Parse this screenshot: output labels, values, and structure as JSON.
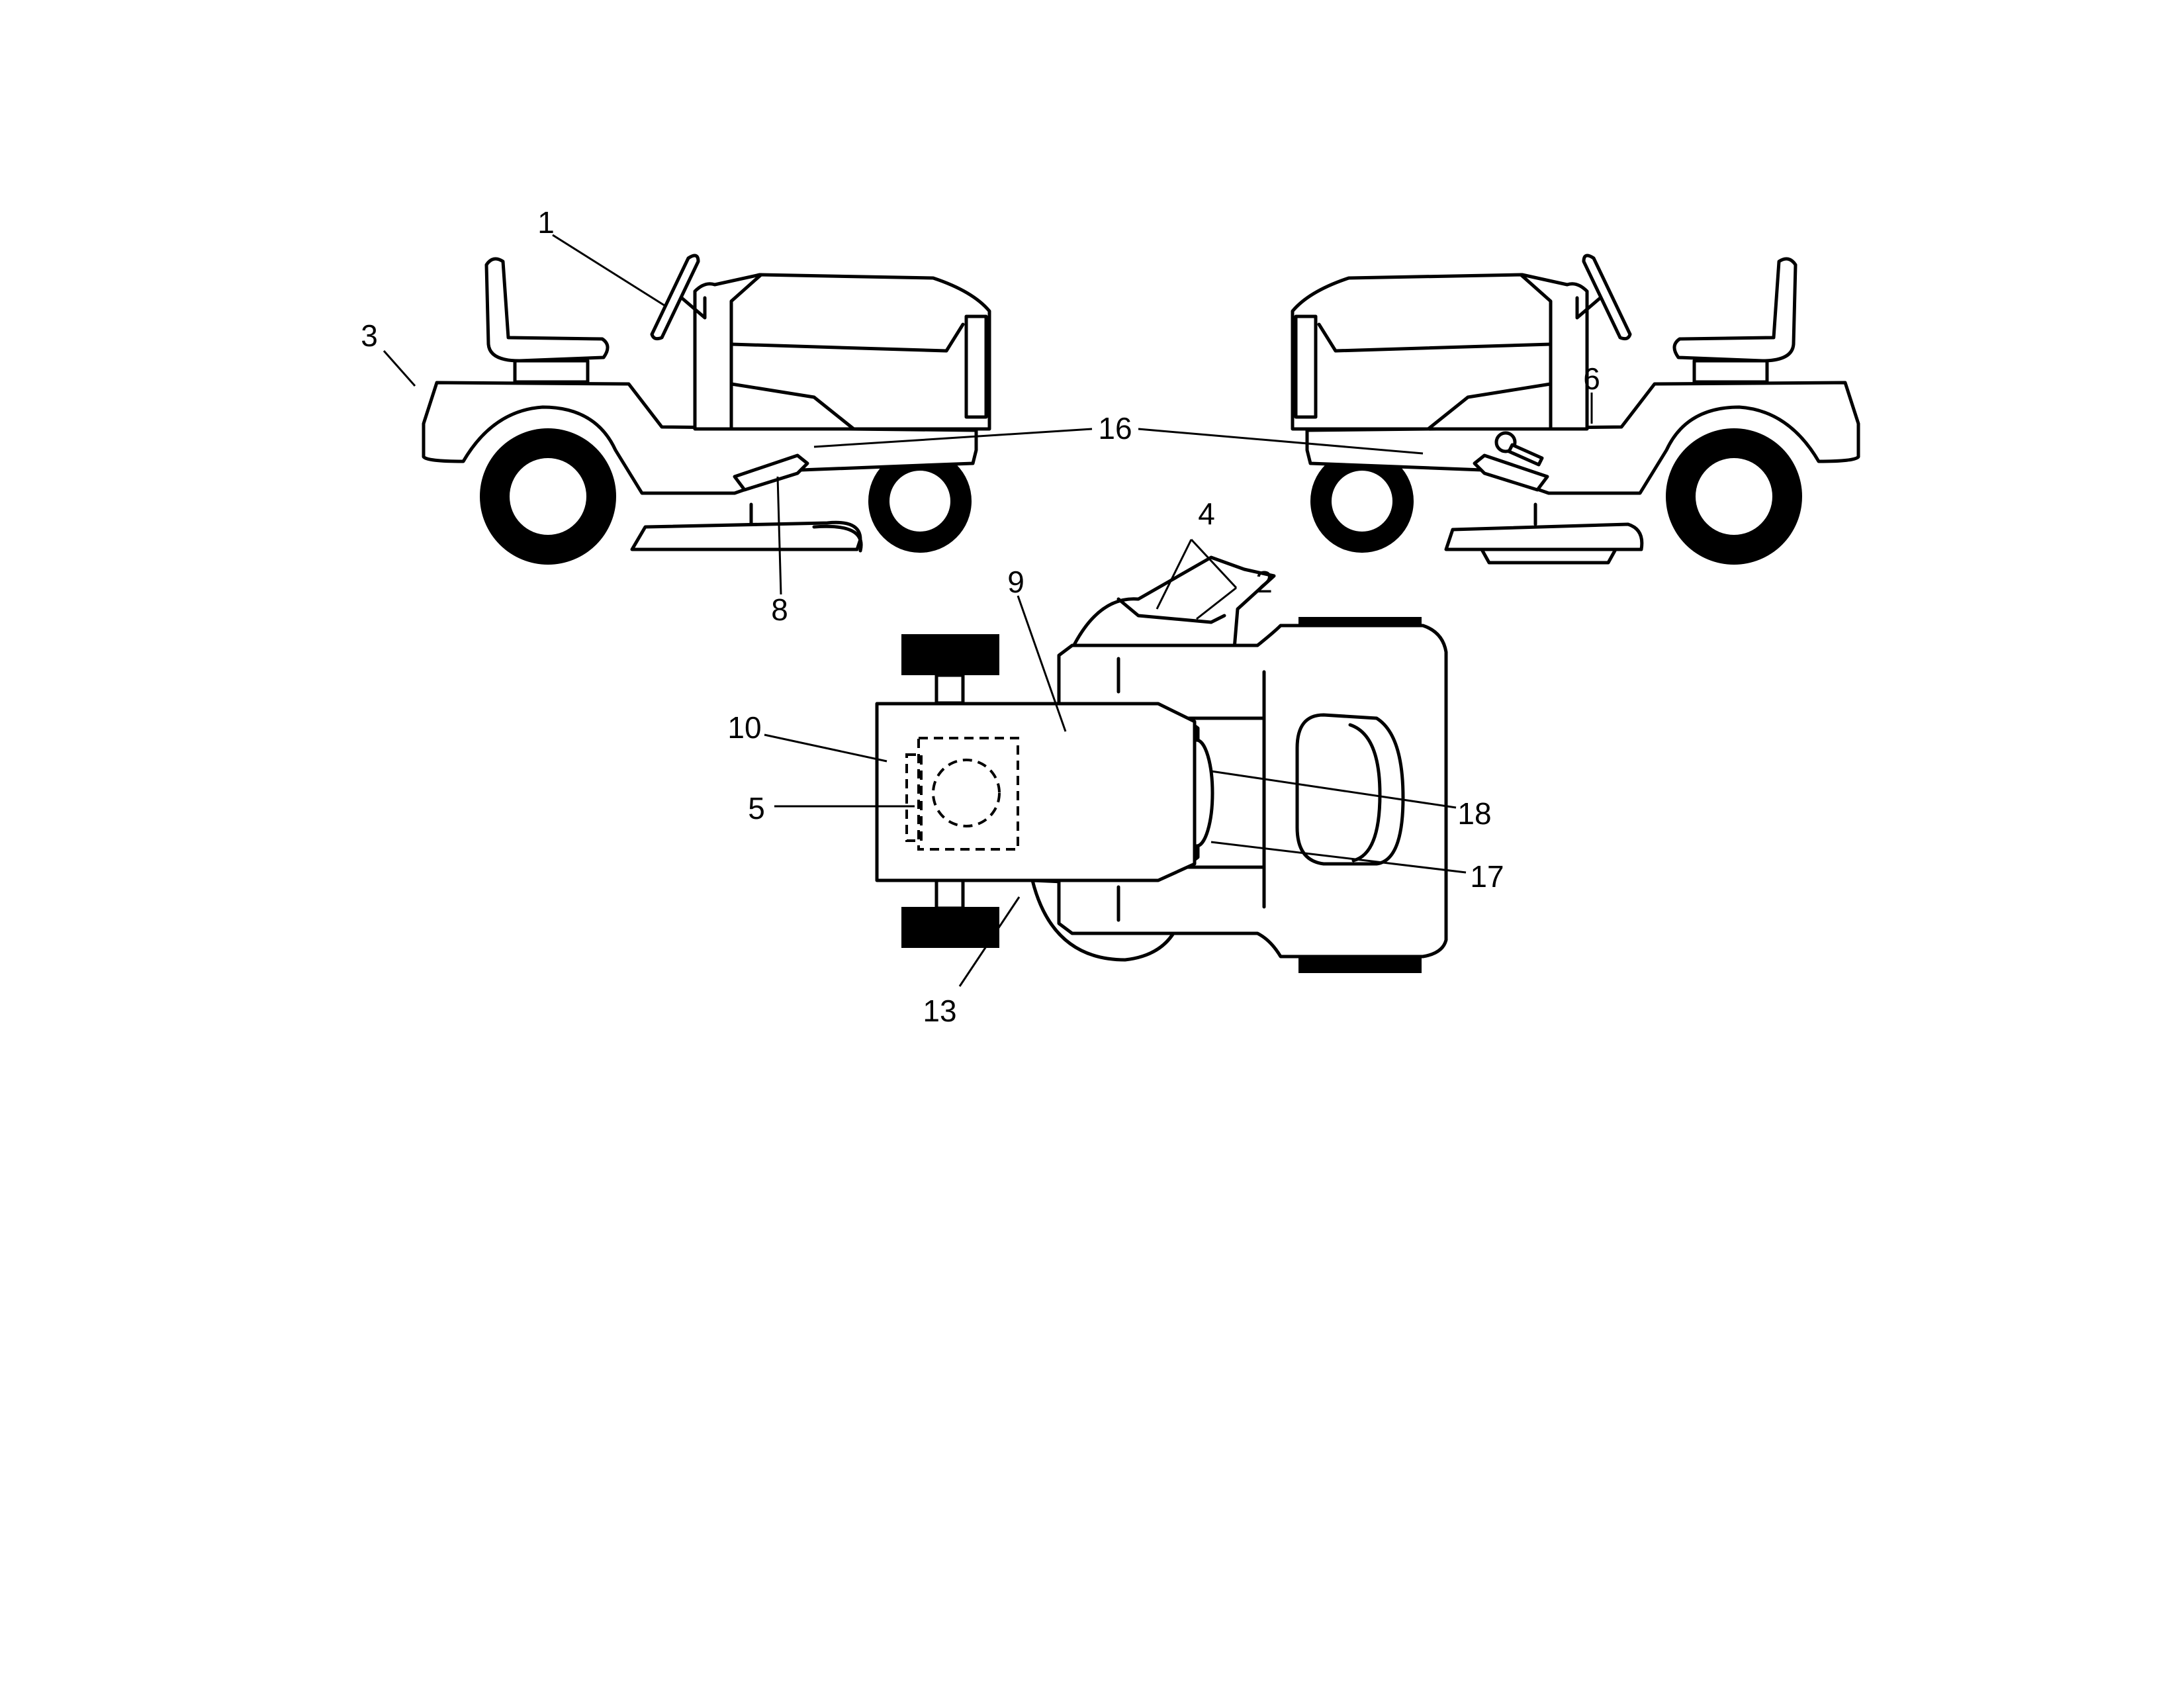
{
  "callouts": {
    "c1": "1",
    "c2": "2",
    "c3": "3",
    "c4": "4",
    "c5": "5",
    "c6": "6",
    "c8": "8",
    "c9": "9",
    "c10": "10",
    "c13": "13",
    "c16": "16",
    "c17": "17",
    "c18": "18"
  }
}
